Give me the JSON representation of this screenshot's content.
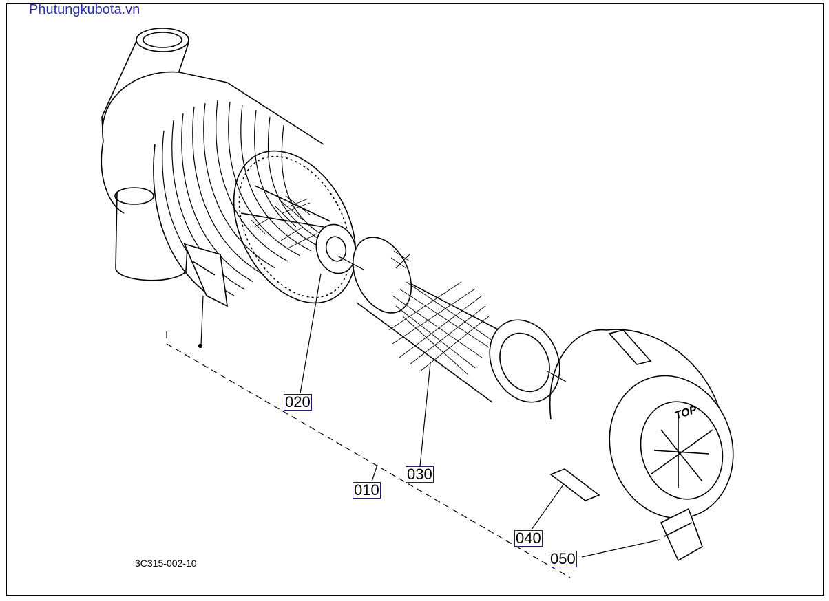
{
  "watermark": "Phutungkubota.vn",
  "drawing_code": "3C315-002-10",
  "embossed_text": "TOP",
  "callouts": {
    "c010": "010",
    "c020": "020",
    "c030": "030",
    "c040": "040",
    "c050": "050"
  },
  "colors": {
    "line": "#000000",
    "callout_border": "#1d1d6e",
    "watermark": "#2c2ca8"
  }
}
